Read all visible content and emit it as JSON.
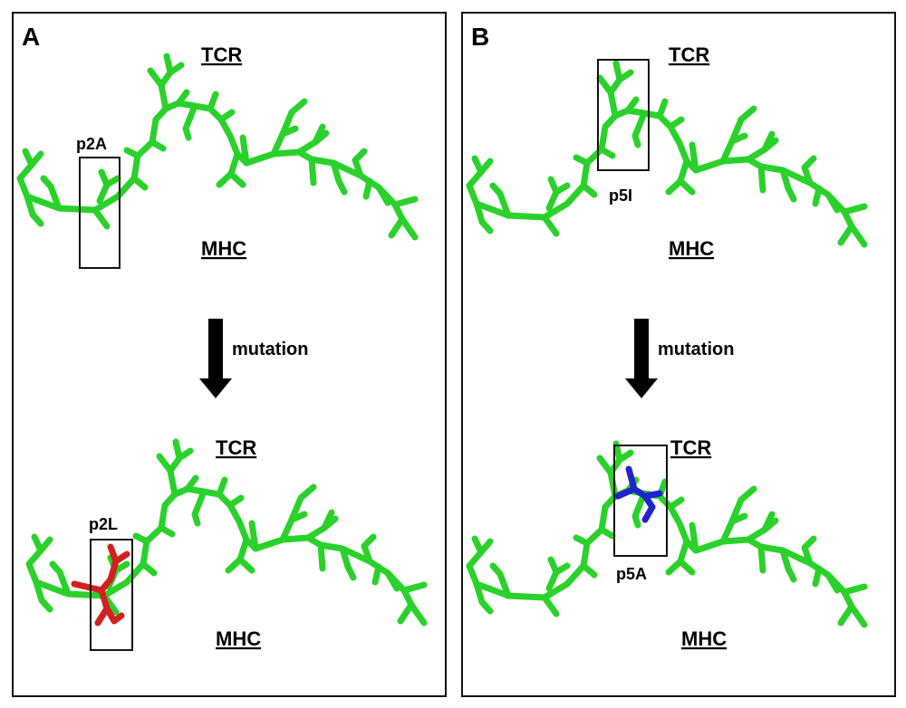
{
  "panel_a": {
    "letter": "A",
    "top": {
      "tcr": "TCR",
      "mhc": "MHC",
      "residue": "p2A"
    },
    "arrow_label": "mutation",
    "bottom": {
      "tcr": "TCR",
      "mhc": "MHC",
      "residue": "p2L"
    }
  },
  "panel_b": {
    "letter": "B",
    "top": {
      "tcr": "TCR",
      "mhc": "MHC",
      "residue": "p5I"
    },
    "arrow_label": "mutation",
    "bottom": {
      "tcr": "TCR",
      "mhc": "MHC",
      "residue": "p5A"
    }
  },
  "colors": {
    "peptide": "#2ad12a",
    "mutation_a": "#d32020",
    "mutation_b": "#2222cc",
    "frame": "#111111"
  }
}
